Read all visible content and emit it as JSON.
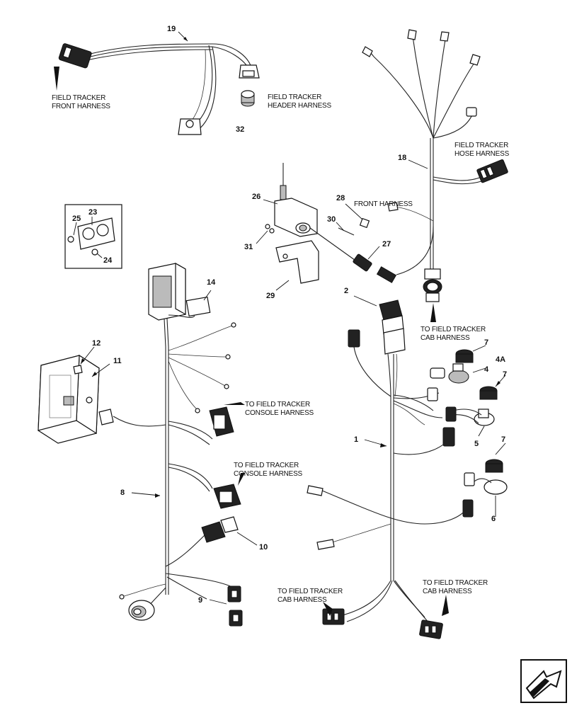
{
  "labels": {
    "field_tracker_front_harness": [
      "FIELD TRACKER",
      "FRONT HARNESS"
    ],
    "field_tracker_header_harness": [
      "FIELD TRACKER",
      "HEADER HARNESS"
    ],
    "field_tracker_hose_harness": [
      "FIELD TRACKER",
      "HOSE HARNESS"
    ],
    "front_harness": "FRONT HARNESS",
    "to_cab_harness_upper": [
      "TO FIELD TRACKER",
      "CAB HARNESS"
    ],
    "to_console_harness_upper": [
      "TO FIELD TRACKER",
      "CONSOLE HARNESS"
    ],
    "to_console_harness_lower": [
      "TO FIELD TRACKER",
      "CONSOLE HARNESS"
    ],
    "to_cab_harness_left": [
      "TO FIELD TRACKER",
      "CAB HARNESS"
    ],
    "to_cab_harness_right": [
      "TO FIELD TRACKER",
      "CAB HARNESS"
    ]
  },
  "callouts": {
    "c1": "1",
    "c2": "2",
    "c4": "4",
    "c4a": "4A",
    "c5": "5",
    "c6": "6",
    "c7a": "7",
    "c7b": "7",
    "c7c": "7",
    "c8": "8",
    "c9": "9",
    "c10": "10",
    "c11": "11",
    "c12": "12",
    "c14": "14",
    "c18": "18",
    "c19": "19",
    "c23": "23",
    "c24": "24",
    "c25": "25",
    "c26": "26",
    "c27": "27",
    "c28": "28",
    "c29": "29",
    "c30": "30",
    "c31": "31",
    "c32": "32"
  },
  "icons": {
    "nav": "next-page-arrow-icon"
  }
}
